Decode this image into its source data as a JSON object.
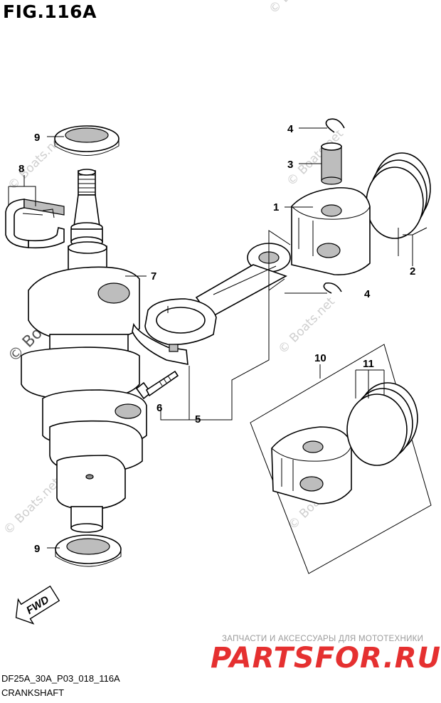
{
  "figure": {
    "title": "FIG.116A",
    "code": "DF25A_30A_P03_018_116A",
    "name": "CRANKSHAFT"
  },
  "callouts": {
    "c1": "1",
    "c2": "2",
    "c3": "3",
    "c4a": "4",
    "c4b": "4",
    "c5": "5",
    "c6": "6",
    "c7": "7",
    "c8": "8",
    "c9a": "9",
    "c9b": "9",
    "c10": "10",
    "c11": "11"
  },
  "direction_marker": {
    "label": "FWD",
    "icon": "fwd-arrow-icon"
  },
  "watermarks": {
    "text": "© Boats.net"
  },
  "promo": {
    "tagline": "ЗАПЧАСТИ И АКСЕССУАРЫ ДЛЯ МОТОТЕХНИКИ",
    "brand": "PARTSFOR.RU",
    "brand_color": "#e53030"
  }
}
